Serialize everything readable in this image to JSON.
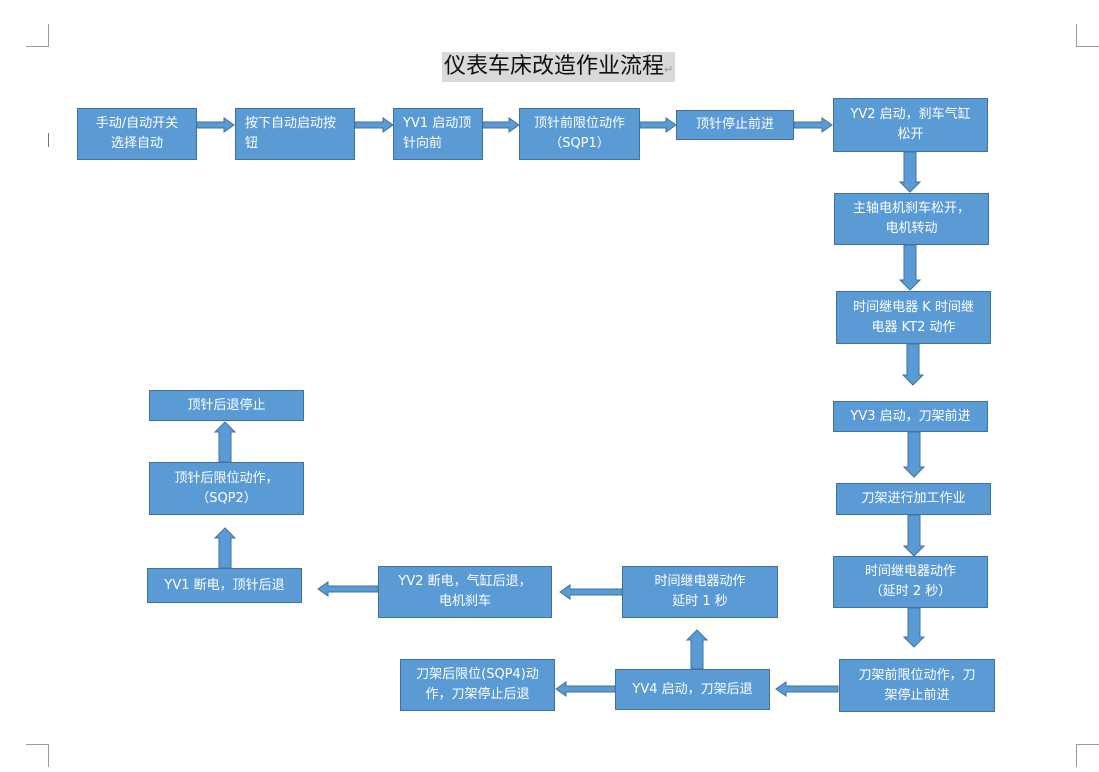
{
  "title": "仪表车床改造作业流程",
  "paragraph_mark": "↵",
  "colors": {
    "box_fill": "#5b9bd5",
    "box_border": "#41719c",
    "box_text": "#ffffff",
    "title_highlight": "#d9d9d9"
  },
  "steps": {
    "s1": {
      "line1": "手动/自动开关",
      "line2": "选择自动"
    },
    "s2": {
      "line1": "按下自动启动按",
      "line2": "钮"
    },
    "s3": {
      "line1": "YV1 启动顶",
      "line2": "针向前"
    },
    "s4": {
      "line1": "顶针前限位动作",
      "line2": "（SQP1）"
    },
    "s5": {
      "line1": "顶针停止前进"
    },
    "s6": {
      "line1": "YV2 启动，刹车气缸",
      "line2": "松开"
    },
    "s7": {
      "line1": "主轴电机刹车松开，",
      "line2": "电机转动"
    },
    "s8": {
      "line1": "时间继电器 K 时间继",
      "line2": "电器 KT2 动作"
    },
    "s9": {
      "line1": "YV3 启动，刀架前进"
    },
    "s10": {
      "line1": "刀架进行加工作业"
    },
    "s11": {
      "line1": "时间继电器动作",
      "line2": "（延时 2 秒）"
    },
    "s12": {
      "line1": "刀架前限位动作，刀",
      "line2": "架停止前进"
    },
    "s13": {
      "line1": "YV4 启动，刀架后退"
    },
    "s14": {
      "line1": "刀架后限位(SQP4)动",
      "line2": "作，刀架停止后退"
    },
    "s15": {
      "line1": "时间继电器动作",
      "line2": "延时 1 秒"
    },
    "s16": {
      "line1": "YV2 断电，气缸后退，",
      "line2": "电机刹车"
    },
    "s17": {
      "line1": "YV1 断电，顶针后退"
    },
    "s18": {
      "line1": "顶针后限位动作，",
      "line2": "（SQP2）"
    },
    "s19": {
      "line1": "顶针后退停止"
    }
  }
}
